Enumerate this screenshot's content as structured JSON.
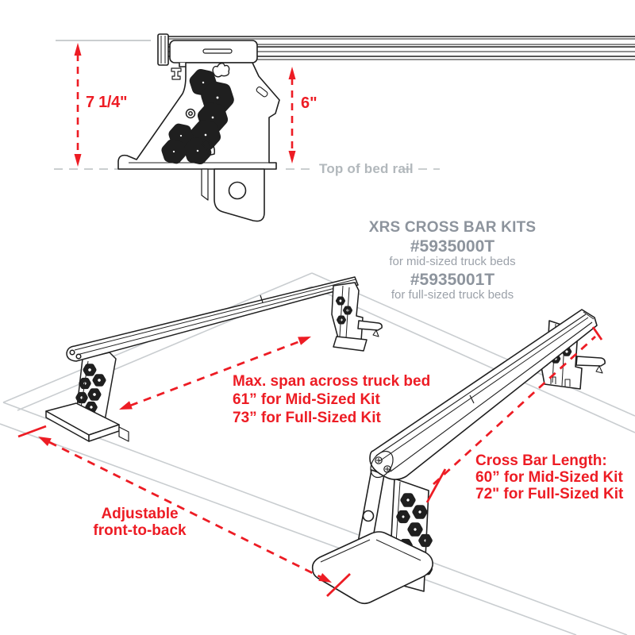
{
  "colors": {
    "annotation_red": "#ed1c24",
    "title_gray": "#8d949d",
    "desc_gray": "#9ba1a9",
    "guide_gray": "#c3c7ca",
    "line_black": "#1f1f1f"
  },
  "side_view": {
    "dim_bracket_height": "7 1/4\"",
    "dim_bar_height": "6\"",
    "rail_label": "Top of bed rail"
  },
  "title_block": {
    "title": "XRS CROSS BAR KITS",
    "kits": [
      {
        "part": "#5935000T",
        "desc": "for mid-sized truck beds"
      },
      {
        "part": "#5935001T",
        "desc": "for full-sized truck beds"
      }
    ]
  },
  "annotations": {
    "max_span": {
      "lines": [
        "Max. span across truck bed",
        "61” for Mid-Sized Kit",
        "73” for Full-Sized Kit"
      ]
    },
    "cross_bar_length": {
      "lines": [
        "Cross Bar Length:",
        "60” for Mid-Sized Kit",
        "72\" for Full-Sized Kit"
      ]
    },
    "adjustable": {
      "lines": [
        "Adjustable",
        "front-to-back"
      ]
    }
  }
}
